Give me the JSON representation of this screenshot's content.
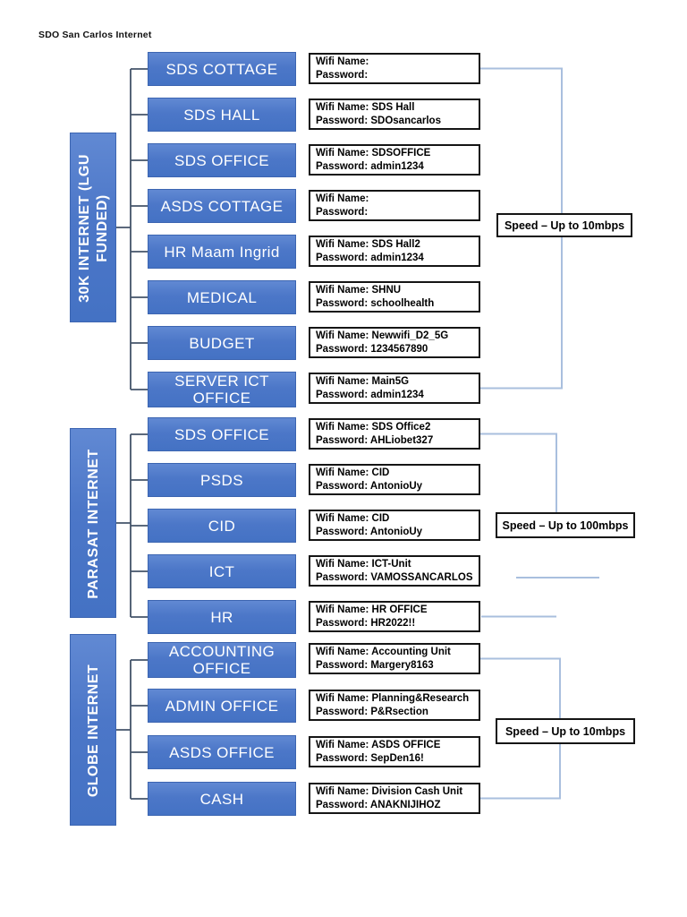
{
  "title": "SDO San Carlos Internet",
  "colors": {
    "box_blue": "#4472c4",
    "connector_dark": "#44546a",
    "connector_light": "#a9bfde",
    "border_black": "#151515"
  },
  "groups": [
    {
      "label": "30K INTERNET (LGU FUNDED)",
      "speed": "Speed – Up to 10mbps",
      "items": [
        {
          "name": "SDS COTTAGE",
          "wifi_line": "Wifi Name:",
          "password_line": "Password:"
        },
        {
          "name": "SDS HALL",
          "wifi_line": "Wifi Name: SDS Hall",
          "password_line": "Password: SDOsancarlos"
        },
        {
          "name": "SDS OFFICE",
          "wifi_line": "Wifi Name: SDSOFFICE",
          "password_line": "Password: admin1234"
        },
        {
          "name": "ASDS COTTAGE",
          "wifi_line": "Wifi Name:",
          "password_line": "Password:"
        },
        {
          "name": "HR Maam Ingrid",
          "wifi_line": "Wifi Name: SDS Hall2",
          "password_line": "Password: admin1234"
        },
        {
          "name": "MEDICAL",
          "wifi_line": "Wifi Name: SHNU",
          "password_line": "Password: schoolhealth"
        },
        {
          "name": "BUDGET",
          "wifi_line": "Wifi Name: Newwifi_D2_5G",
          "password_line": "Password: 1234567890"
        },
        {
          "name": "SERVER ICT OFFICE",
          "wifi_line": "Wifi Name: Main5G",
          "password_line": "Password: admin1234"
        }
      ]
    },
    {
      "label": "PARASAT INTERNET",
      "speed": "Speed – Up to 100mbps",
      "items": [
        {
          "name": "SDS OFFICE",
          "wifi_line": "Wifi Name: SDS Office2",
          "password_line": "Password: AHLiobet327"
        },
        {
          "name": "PSDS",
          "wifi_line": "Wifi Name: CID",
          "password_line": "Password: AntonioUy"
        },
        {
          "name": "CID",
          "wifi_line": "Wifi Name: CID",
          "password_line": "Password: AntonioUy"
        },
        {
          "name": "ICT",
          "wifi_line": "Wifi Name: ICT-Unit",
          "password_line": "Password: VAMOSSANCARLOS"
        },
        {
          "name": "HR",
          "wifi_line": "Wifi Name: HR OFFICE",
          "password_line": "Password: HR2022!!"
        }
      ]
    },
    {
      "label": "GLOBE INTERNET",
      "speed": "Speed – Up to 10mbps",
      "items": [
        {
          "name": "ACCOUNTING OFFICE",
          "wifi_line": "Wifi Name: Accounting Unit",
          "password_line": "Password: Margery8163"
        },
        {
          "name": "ADMIN OFFICE",
          "wifi_line": "Wifi Name: Planning&Research",
          "password_line": "Password: P&Rsection"
        },
        {
          "name": "ASDS OFFICE",
          "wifi_line": "Wifi Name: ASDS OFFICE",
          "password_line": "Password: SepDen16!"
        },
        {
          "name": "CASH",
          "wifi_line": "Wifi Name: Division Cash Unit",
          "password_line": "Password: ANAKNIJIHOZ"
        }
      ]
    }
  ]
}
